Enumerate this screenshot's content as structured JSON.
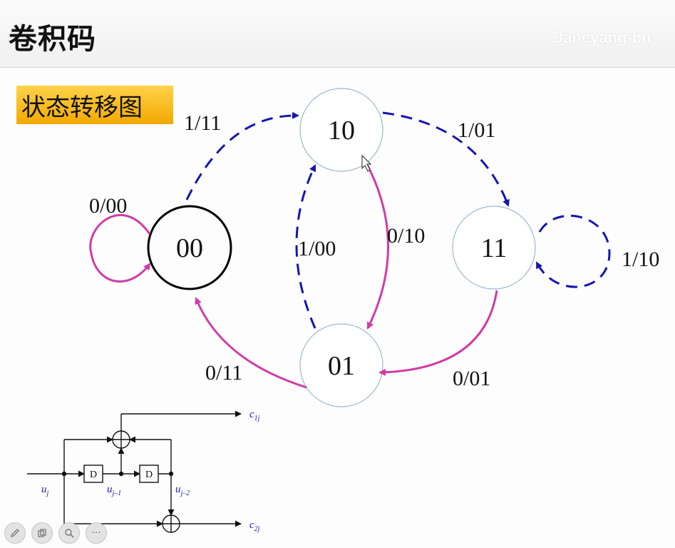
{
  "header": {
    "title": "卷积码",
    "watermark": "Janeyang-bu"
  },
  "subtitle": "状态转移图",
  "states": {
    "s00": "00",
    "s10": "10",
    "s11": "11",
    "s01": "01"
  },
  "transitions": {
    "t00_00": "0/00",
    "t00_10": "1/11",
    "t10_11": "1/01",
    "t10_01": "0/10",
    "t01_10": "1/00",
    "t11_11": "1/10",
    "t11_01": "0/01",
    "t01_00": "0/11"
  },
  "encoder": {
    "d1": "D",
    "d2": "D",
    "input": "u",
    "input_sub": "j",
    "tap1": "u",
    "tap1_sub": "j–1",
    "tap2": "u",
    "tap2_sub": "j–2",
    "out1": "c",
    "out1_sub": "1j",
    "out2": "c",
    "out2_sub": "2j"
  },
  "colors": {
    "input_one_edge": "#1515b0",
    "input_zero_edge": "#d13ba6",
    "state_00_border": "#000000",
    "state_border": "#9bb8cf",
    "highlight_box": "#f5b400"
  },
  "toolbar": {
    "icons": [
      "pen-icon",
      "copy-icon",
      "zoom-icon",
      "more-icon"
    ],
    "more_label": "···"
  }
}
